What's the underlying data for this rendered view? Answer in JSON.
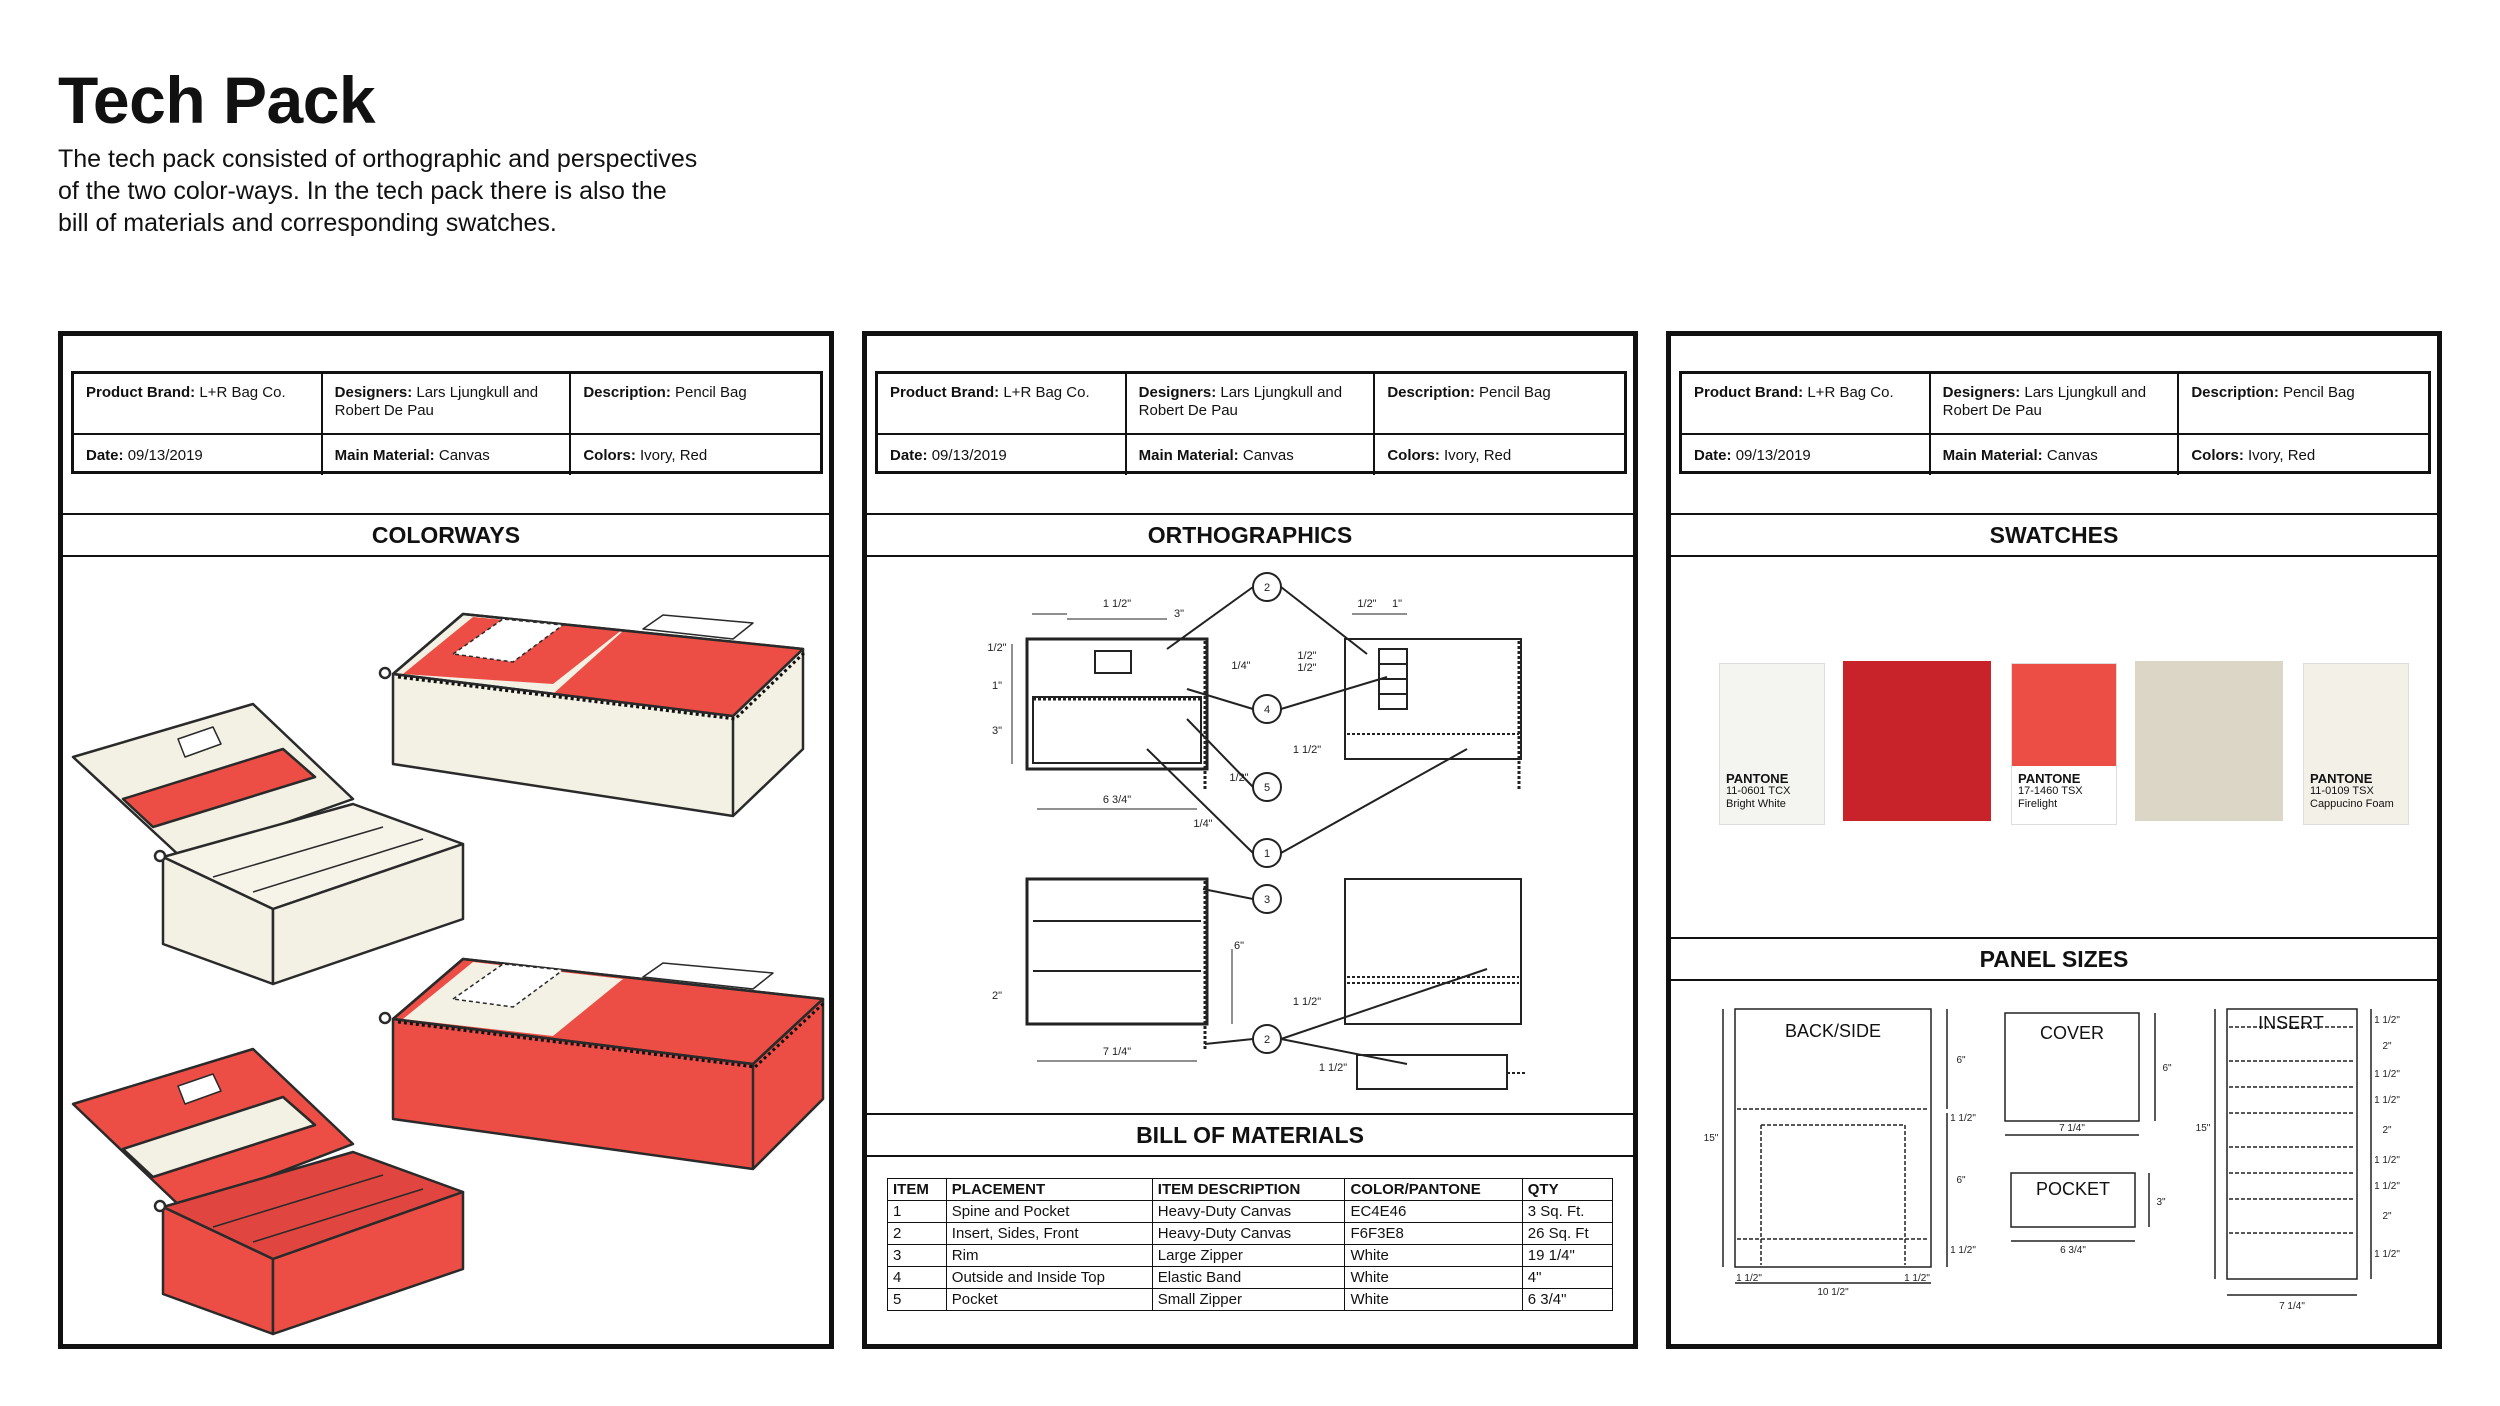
{
  "page": {
    "title": "Tech Pack",
    "intro": "The tech pack consisted of orthographic and perspectives of the two color-ways. In the tech pack there is also the bill of materials and corresponding swatches."
  },
  "header": {
    "brand_label": "Product Brand:",
    "brand": "L+R Bag Co.",
    "designers_label": "Designers:",
    "designers": "Lars Ljungkull and Robert De Pau",
    "description_label": "Description:",
    "description": "Pencil Bag",
    "date_label": "Date:",
    "date": "09/13/2019",
    "material_label": "Main Material:",
    "material": "Canvas",
    "colors_label": "Colors:",
    "colors": "Ivory, Red"
  },
  "sections": {
    "colorways": "COLORWAYS",
    "orthographics": "ORTHOGRAPHICS",
    "bom": "BILL OF MATERIALS",
    "swatches": "SWATCHES",
    "panel_sizes": "PANEL SIZES"
  },
  "colors": {
    "ivory": "#F3F0E4",
    "red": "#EC4E46",
    "deep_red": "#C8232A",
    "beige": "#DCD6C6",
    "bright_white": "#F4F4F0",
    "cappuccino": "#F3F1E7"
  },
  "bom": {
    "headers": [
      "ITEM",
      "PLACEMENT",
      "ITEM DESCRIPTION",
      "COLOR/PANTONE",
      "QTY"
    ],
    "rows": [
      [
        "1",
        "Spine and Pocket",
        "Heavy-Duty Canvas",
        "EC4E46",
        "3 Sq. Ft."
      ],
      [
        "2",
        "Insert, Sides, Front",
        "Heavy-Duty Canvas",
        "F6F3E8",
        "26 Sq. Ft"
      ],
      [
        "3",
        "Rim",
        "Large Zipper",
        "White",
        "19 1/4\""
      ],
      [
        "4",
        "Outside and Inside Top",
        "Elastic Band",
        "White",
        "4\""
      ],
      [
        "5",
        "Pocket",
        "Small Zipper",
        "White",
        "6 3/4\""
      ]
    ]
  },
  "swatches": [
    {
      "brand": "PANTONE",
      "code": "11-0601 TCX",
      "name": "Bright White"
    },
    {
      "brand": "PANTONE",
      "code": "17-1460 TSX",
      "name": "Firelight"
    },
    {
      "brand": "PANTONE",
      "code": "11-0109 TSX",
      "name": "Cappucino Foam"
    }
  ],
  "ortho": {
    "callouts": [
      "2",
      "4",
      "5",
      "1",
      "3",
      "2"
    ],
    "dims": [
      "1 1/2\"",
      "3\"",
      "1/2\"",
      "1\"",
      "1/4\"",
      "3\"",
      "1/2\"",
      "6 3/4\"",
      "1/4\"",
      "1/2\"",
      "1\"",
      "1/2\"",
      "1/2\"",
      "1 1/2\"",
      "6\"",
      "2\"",
      "7 1/4\"",
      "1 1/2\"",
      "1 1/2\""
    ]
  },
  "panels": {
    "back_side": "BACK/SIDE",
    "cover": "COVER",
    "pocket": "POCKET",
    "insert": "INSERT",
    "dims": [
      "6\"",
      "1 1/2\"",
      "15\"",
      "6\"",
      "1 1/2\"",
      "1 1/2\"",
      "10 1/2\"",
      "1 1/2\"",
      "6\"",
      "7 1/4\"",
      "3\"",
      "6 3/4\"",
      "15\"",
      "7 1/4\"",
      "1 1/2\"",
      "2\"",
      "1 1/2\"",
      "1 1/2\"",
      "2\"",
      "1 1/2\"",
      "1 1/2\"",
      "2\"",
      "1 1/2\""
    ]
  }
}
